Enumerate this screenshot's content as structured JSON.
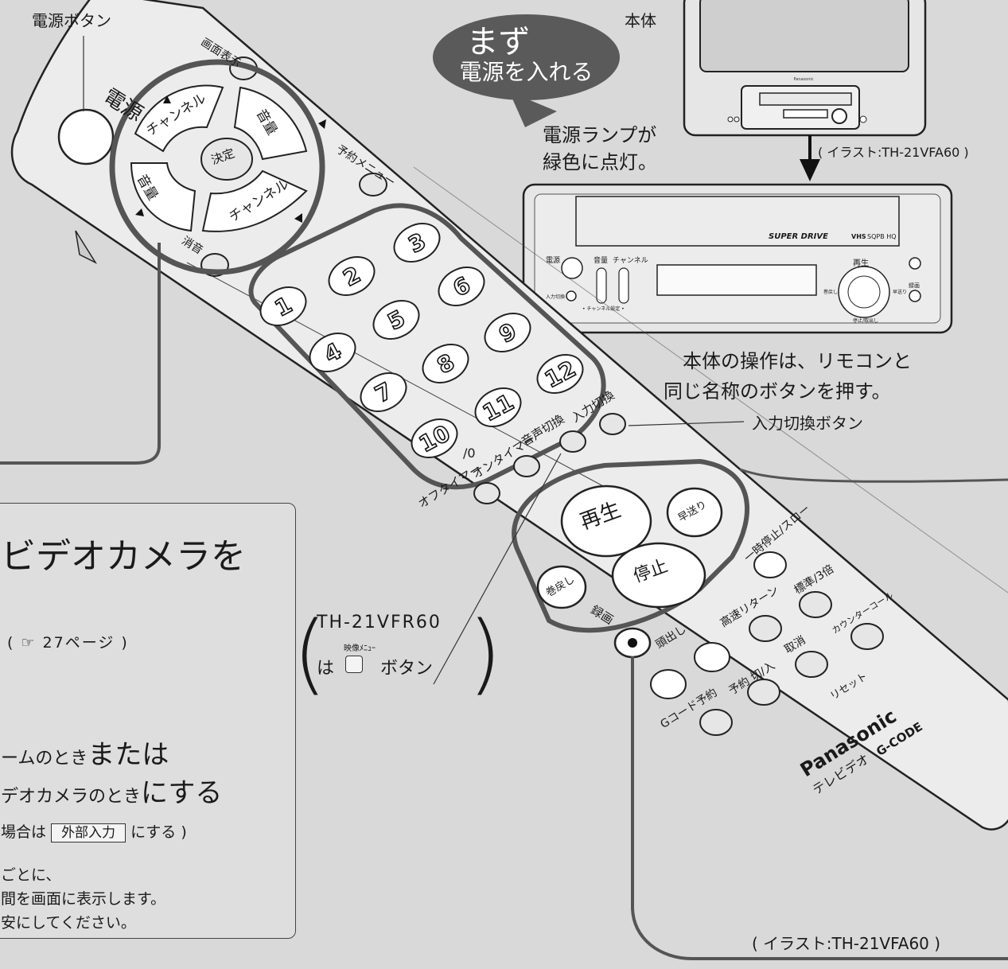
{
  "labels": {
    "power_button": "電源ボタン",
    "main_unit": "本体",
    "input_switch_button": "入力切換ボタン",
    "lamp_line1": "電源ランプが",
    "lamp_line2": "緑色に点灯。",
    "illust_top": "( イラスト:TH-21VFA60 )",
    "illust_bottom": "( イラスト:TH-21VFA60 )",
    "unit_note_line1": "本体の操作は、リモコンと",
    "unit_note_line2": "同じ名称のボタンを押す。",
    "vfr_model": "TH-21VFR60",
    "vfr_is": "は",
    "vfr_menu": "映像ﾒﾆｭｰ",
    "vfr_button": "ボタン"
  },
  "callout": {
    "line1": "まず",
    "line2": "電源を入れる"
  },
  "panel": {
    "title": "ビデオカメラを",
    "page_ref": "( ☞ 27ページ )",
    "line_game_pre": "ームのとき",
    "line_game_post": "または",
    "line_cam_pre": "デオカメラのとき",
    "line_cam_post": "にする",
    "line_ext_pre": "場合は",
    "line_ext_chip": "外部入力",
    "line_ext_post": "にする )",
    "note1": "ごとに、",
    "note2": "間を画面に表示します。",
    "note3": "安にしてください。"
  },
  "remote": {
    "power": "電源",
    "screen_display": "画面表示",
    "channel_up": "チャンネル",
    "channel_down": "チャンネル",
    "volume_up": "音量",
    "volume_down": "音量",
    "enter": "決定",
    "reserve_menu": "予約メニュー",
    "mute": "消音",
    "numbers": [
      "1",
      "2",
      "3",
      "4",
      "5",
      "6",
      "7",
      "8",
      "9",
      "10",
      "11",
      "12"
    ],
    "zero": "/0",
    "off_timer": "オフタイマー",
    "on_timer": "オンタイマー",
    "audio_switch": "音声切換",
    "input_switch": "入力切換",
    "play": "再生",
    "stop": "停止",
    "ff": "早送り",
    "rew": "巻戻し",
    "pause": "一時停止/スロー",
    "record": "録画",
    "index": "頭出し",
    "quick_return": "高速リターン",
    "speed": "標準/3倍",
    "counter_call": "カウンターコール",
    "cancel": "取消",
    "reserve_onoff": "予約 切/入",
    "gcode_reserve": "Gコード予約",
    "reset": "リセット",
    "brand": "Panasonic",
    "product": "テレビデオ",
    "gcode": "G-CODE"
  },
  "unit_panel": {
    "power": "電源",
    "volume": "音量",
    "channel": "チャンネル",
    "play": "再生",
    "record": "録画",
    "input": "入力切換",
    "channel_set": "• チャンネル設定 •",
    "rewind": "巻戻し",
    "ff": "早送り",
    "stop_eject": "停止/取出し",
    "super_drive": "SUPER DRIVE",
    "vhs": "VHS",
    "sqpb_hq": "SQPB HQ",
    "brand": "Panasonic"
  }
}
